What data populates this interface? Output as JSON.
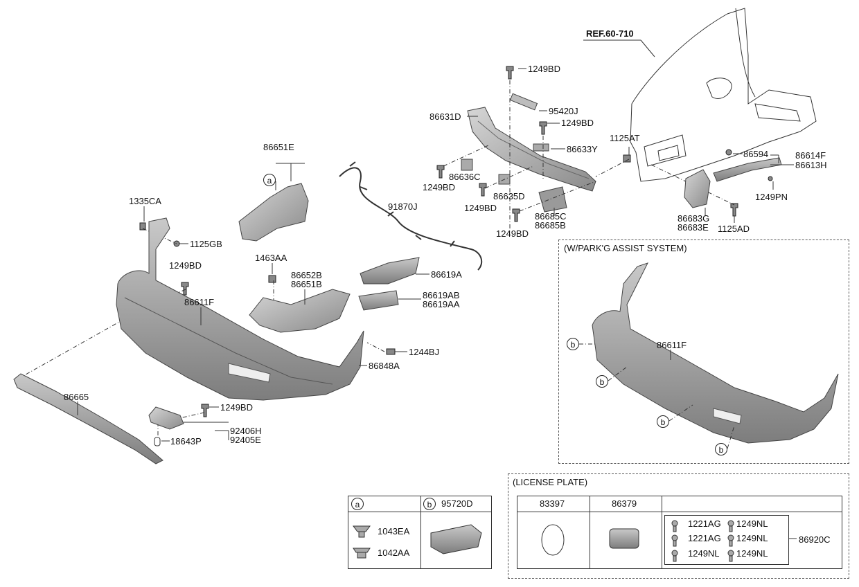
{
  "diagram": {
    "ref": "REF.60-710",
    "labels": {
      "p1249BD_top": "1249BD",
      "p95420J": "95420J",
      "p86631D": "86631D",
      "p1249BD_b": "1249BD",
      "p86633Y": "86633Y",
      "p1125AT": "1125AT",
      "p86594": "86594",
      "p86614F": "86614F",
      "p86613H": "86613H",
      "p86651E": "86651E",
      "p86636C": "86636C",
      "p1249BD_c": "1249BD",
      "p86635D": "86635D",
      "p1249BD_d": "1249BD",
      "p91870J": "91870J",
      "p86685C": "86685C",
      "p86685B": "86685B",
      "p1249BD_e": "1249BD",
      "p1249PN": "1249PN",
      "p86683G": "86683G",
      "p86683E": "86683E",
      "p1125AD": "1125AD",
      "p1335CA": "1335CA",
      "p1125GB": "1125GB",
      "p1249BD_f": "1249BD",
      "p1463AA": "1463AA",
      "p86652B": "86652B",
      "p86651B": "86651B",
      "p86619A": "86619A",
      "p86619AB": "86619AB",
      "p86619AA": "86619AA",
      "p86611F": "86611F",
      "p1244BJ": "1244BJ",
      "p86848A": "86848A",
      "p86665": "86665",
      "p1249BD_g": "1249BD",
      "p92406H": "92406H",
      "p92405E": "92405E",
      "p18643P": "18643P",
      "p86611F_b": "86611F"
    },
    "callouts": {
      "a": "a",
      "b": "b"
    },
    "parking_box": {
      "title": "(W/PARK'G ASSIST SYSTEM)"
    },
    "license_box": {
      "title": "(LICENSE PLATE)",
      "col1": "83397",
      "col2": "86379",
      "fasteners": [
        "1221AG",
        "1221AG",
        "1249NL",
        "1249NL",
        "1249NL",
        "1249NL"
      ],
      "group": "86920C"
    },
    "legend": {
      "a_key": "a",
      "b_key": "b",
      "b_part": "95720D",
      "a_parts": [
        "1043EA",
        "1042AA"
      ]
    }
  }
}
